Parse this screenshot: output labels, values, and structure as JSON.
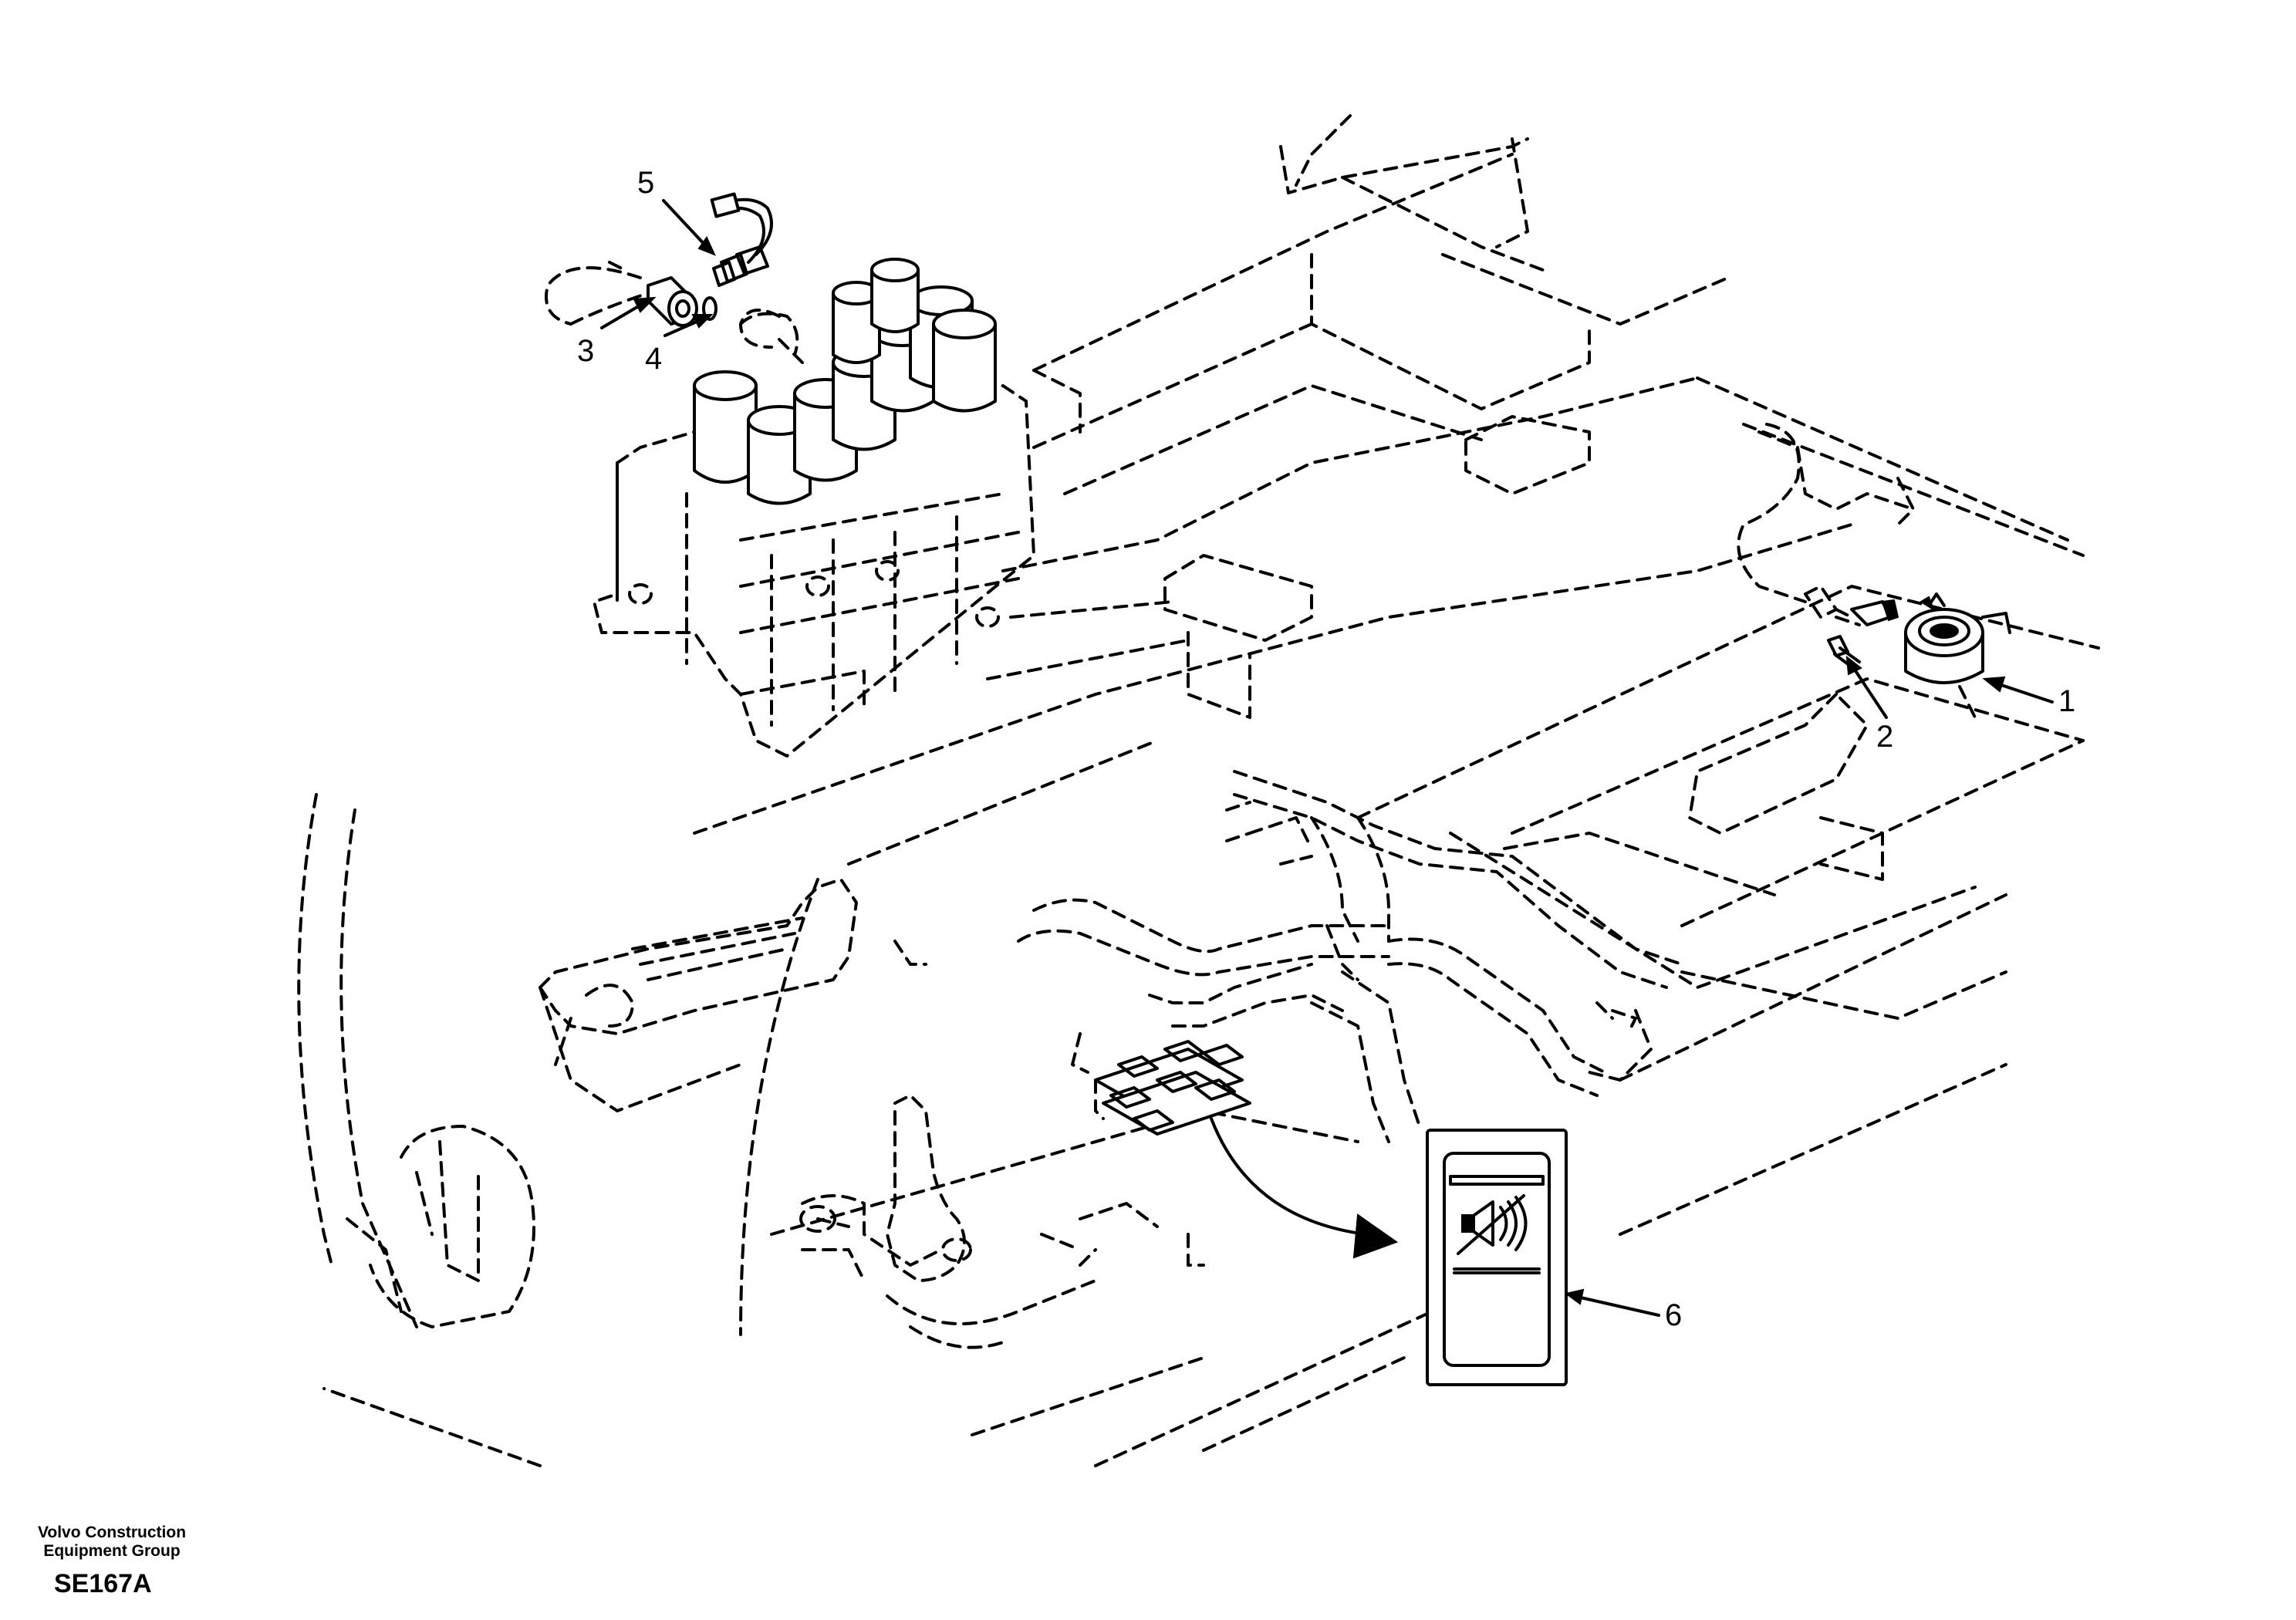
{
  "diagram": {
    "callouts": [
      {
        "id": "callout-1",
        "label": "1"
      },
      {
        "id": "callout-2",
        "label": "2"
      },
      {
        "id": "callout-3",
        "label": "3"
      },
      {
        "id": "callout-4",
        "label": "4"
      },
      {
        "id": "callout-5",
        "label": "5"
      },
      {
        "id": "callout-6",
        "label": "6"
      }
    ],
    "icons": {
      "alarm_switch": "speaker-muted-icon",
      "buzzer": "buzzer-icon",
      "pressure_switch": "pressure-switch-icon"
    }
  },
  "footer": {
    "company_line1": "Volvo Construction",
    "company_line2": "Equipment Group",
    "figure_id": "SE167A"
  }
}
